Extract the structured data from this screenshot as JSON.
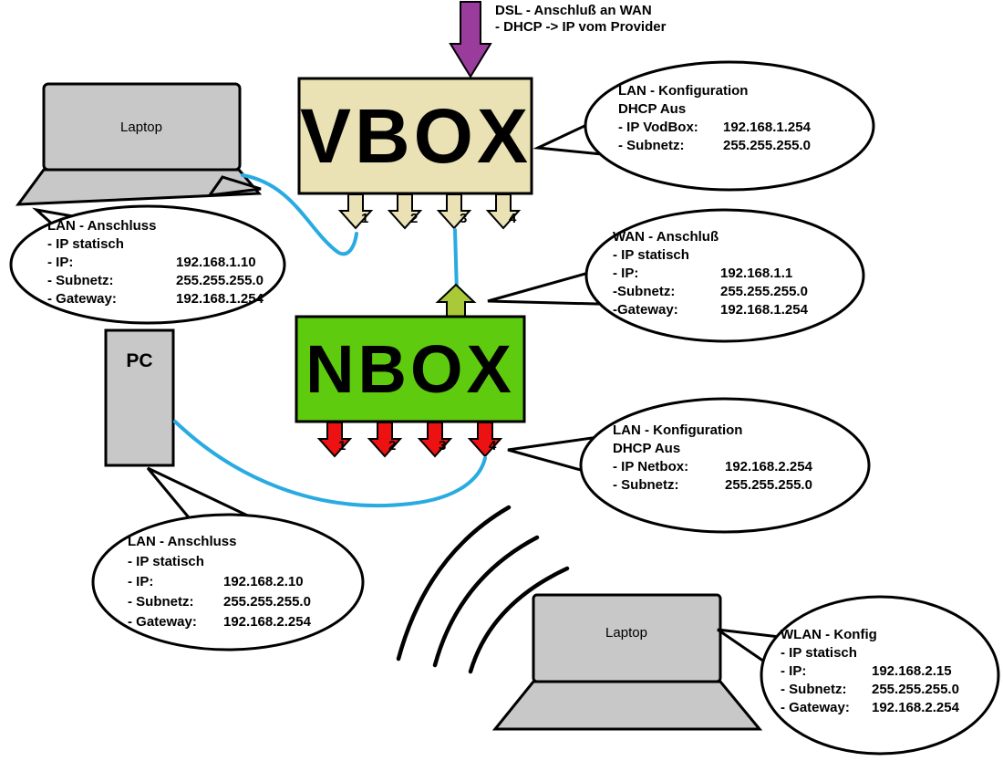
{
  "diagram": {
    "dsl_note": {
      "line1": "DSL - Anschluß an WAN",
      "line2": "- DHCP -> IP vom Provider"
    },
    "vbox": {
      "label": "VBOX",
      "ports": [
        "1",
        "2",
        "3",
        "4"
      ]
    },
    "nbox": {
      "label": "NBOX",
      "ports": [
        "1",
        "2",
        "3",
        "4"
      ]
    },
    "laptop_top": {
      "label": "Laptop"
    },
    "laptop_bottom": {
      "label": "Laptop"
    },
    "pc": {
      "label": "PC"
    }
  },
  "bubbles": {
    "laptop_top_lan": {
      "title": "LAN - Anschluss",
      "subtitle": "- IP statisch",
      "rows": [
        {
          "label": "- IP:",
          "value": "192.168.1.10"
        },
        {
          "label": "- Subnetz:",
          "value": "255.255.255.0"
        },
        {
          "label": "- Gateway:",
          "value": "192.168.1.254"
        }
      ]
    },
    "vbox_lan": {
      "title": "LAN - Konfiguration",
      "subtitle": "DHCP Aus",
      "rows": [
        {
          "label": "- IP VodBox:",
          "value": "192.168.1.254"
        },
        {
          "label": "- Subnetz:",
          "value": "255.255.255.0"
        }
      ]
    },
    "nbox_wan": {
      "title": "WAN - Anschluß",
      "subtitle": "- IP statisch",
      "rows": [
        {
          "label": "- IP:",
          "value": "192.168.1.1"
        },
        {
          "label": "-Subnetz:",
          "value": "255.255.255.0"
        },
        {
          "label": "-Gateway:",
          "value": "192.168.1.254"
        }
      ]
    },
    "nbox_lan": {
      "title": "LAN - Konfiguration",
      "subtitle": "DHCP Aus",
      "rows": [
        {
          "label": "- IP Netbox:",
          "value": "192.168.2.254"
        },
        {
          "label": "- Subnetz:",
          "value": "255.255.255.0"
        }
      ]
    },
    "pc_lan": {
      "title": "LAN - Anschluss",
      "subtitle": "- IP statisch",
      "rows": [
        {
          "label": "- IP:",
          "value": "192.168.2.10"
        },
        {
          "label": "- Subnetz:",
          "value": "255.255.255.0"
        },
        {
          "label": "- Gateway:",
          "value": "192.168.2.254"
        }
      ]
    },
    "wlan": {
      "title": "WLAN - Konfig",
      "subtitle": "- IP statisch",
      "rows": [
        {
          "label": "- IP:",
          "value": "192.168.2.15"
        },
        {
          "label": "- Subnetz:",
          "value": "255.255.255.0"
        },
        {
          "label": "- Gateway:",
          "value": "192.168.2.254"
        }
      ]
    }
  },
  "colors": {
    "vbox_fill": "#eae2b4",
    "vbox_text": "#000000",
    "nbox_fill": "#5ecb0e",
    "nbox_text": "#ee1111",
    "arrow_red": "#ee1111",
    "arrow_purple": "#993c9b",
    "arrow_yellowgreen": "#a9c938",
    "cable_blue": "#29abe2",
    "device_gray": "#c8c8c8"
  }
}
